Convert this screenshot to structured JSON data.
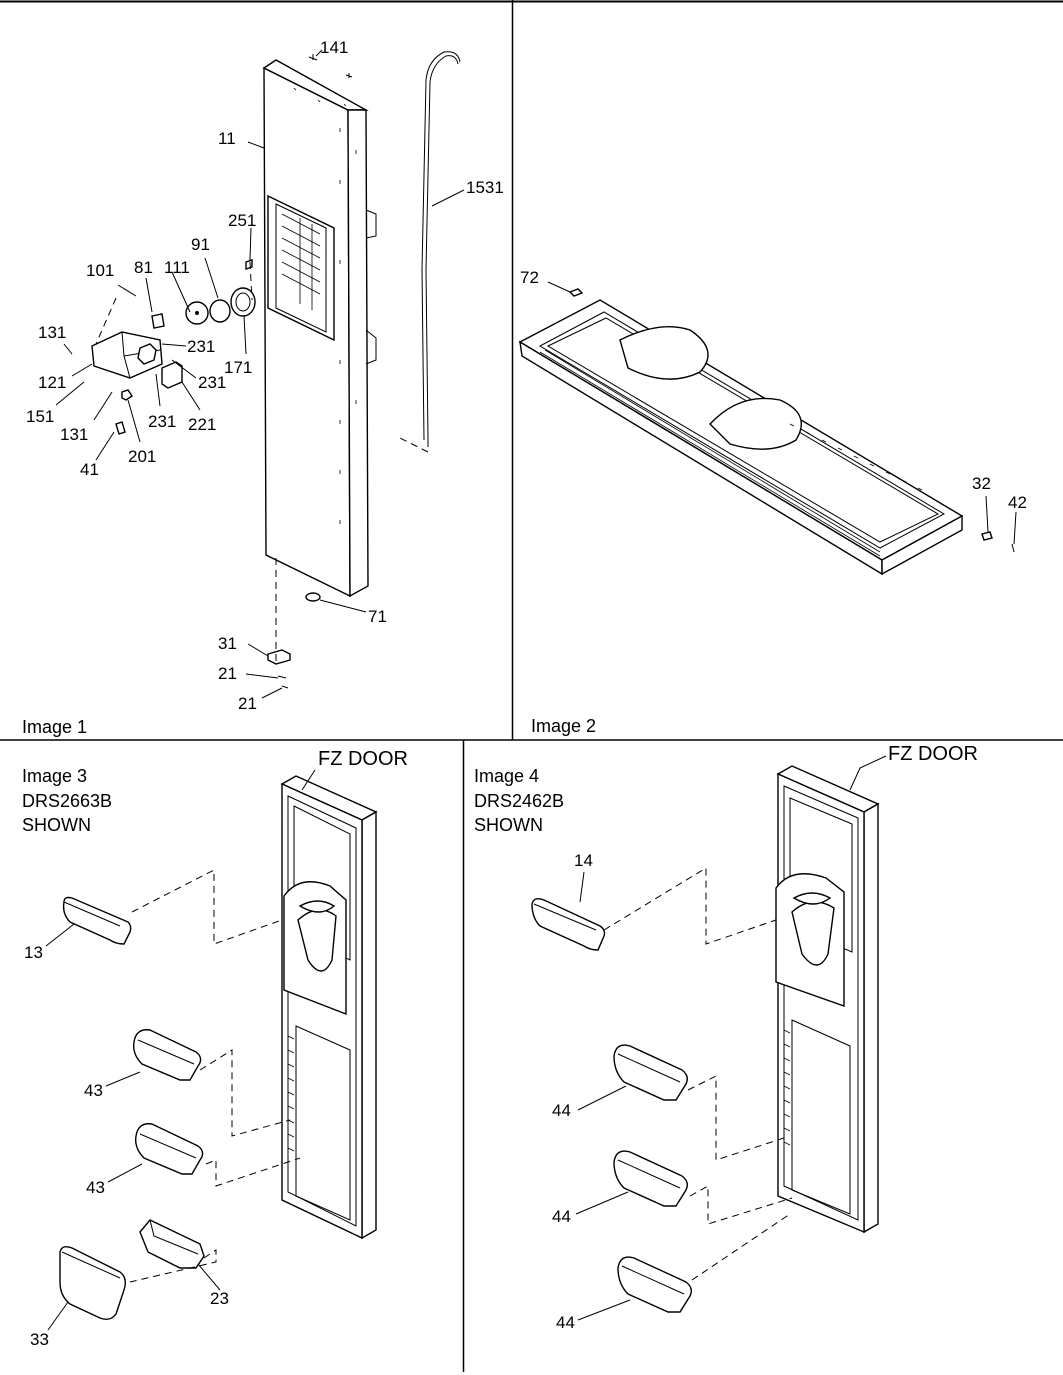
{
  "panels": [
    {
      "id": "image1",
      "caption": "Image 1",
      "parts": [
        "141",
        "11",
        "1531",
        "251",
        "91",
        "101",
        "81",
        "111",
        "131",
        "231",
        "171",
        "121",
        "231",
        "151",
        "131",
        "231",
        "221",
        "201",
        "41",
        "71",
        "31",
        "21",
        "21"
      ]
    },
    {
      "id": "image2",
      "caption": "Image 2",
      "parts": [
        "72",
        "32",
        "42"
      ]
    },
    {
      "id": "image3",
      "caption": "Image 3",
      "model": "DRS2663B",
      "note": "SHOWN",
      "door_label": "FZ DOOR",
      "parts": [
        "13",
        "43",
        "43",
        "33",
        "23"
      ]
    },
    {
      "id": "image4",
      "caption": "Image 4",
      "model": "DRS2462B",
      "note": "SHOWN",
      "door_label": "FZ DOOR",
      "parts": [
        "14",
        "44",
        "44",
        "44"
      ]
    }
  ]
}
